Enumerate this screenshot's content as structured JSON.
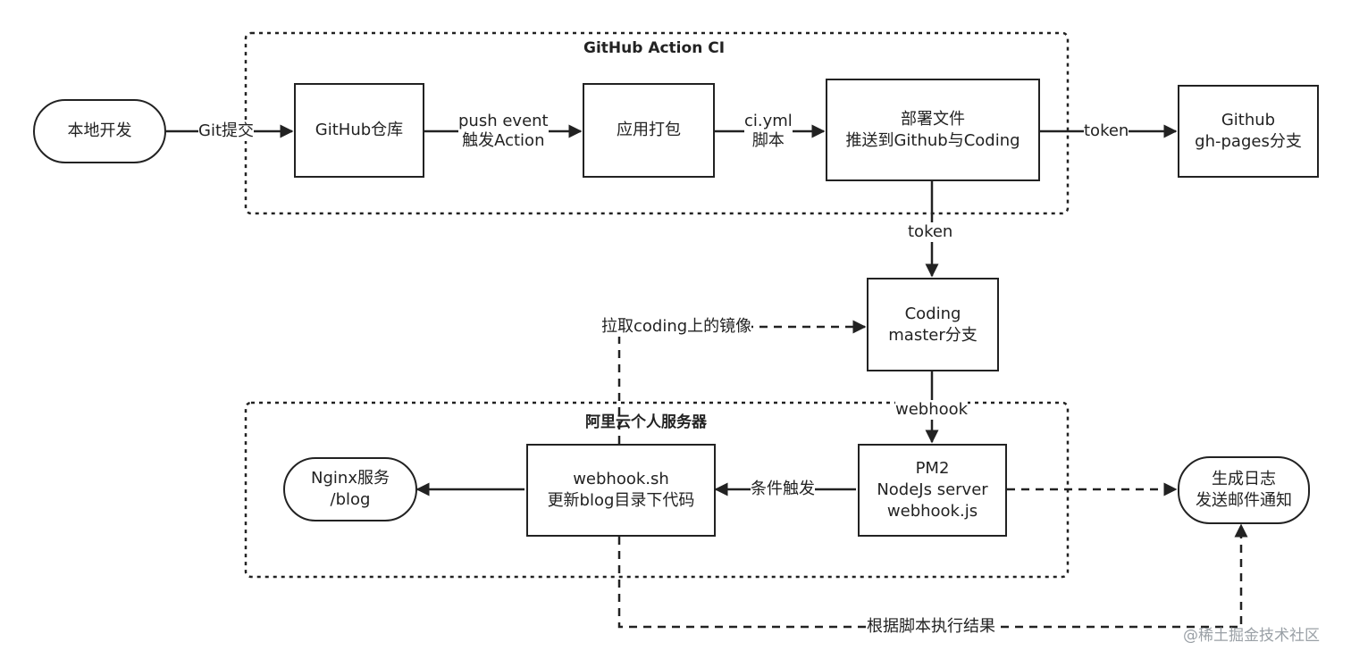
{
  "groups": {
    "ci": {
      "title": "GitHub Action CI"
    },
    "server": {
      "title": "阿里云个人服务器"
    }
  },
  "nodes": {
    "local": {
      "lines": [
        "本地开发"
      ]
    },
    "repo": {
      "lines": [
        "GitHub仓库"
      ]
    },
    "pack": {
      "lines": [
        "应用打包"
      ]
    },
    "deploy": {
      "lines": [
        "部署文件",
        "推送到Github与Coding"
      ]
    },
    "ghpages": {
      "lines": [
        "Github",
        "gh-pages分支"
      ]
    },
    "coding": {
      "lines": [
        "Coding",
        "master分支"
      ]
    },
    "pm2": {
      "lines": [
        "PM2",
        "NodeJs server",
        "webhook.js"
      ]
    },
    "script": {
      "lines": [
        "webhook.sh",
        "更新blog目录下代码"
      ]
    },
    "nginx": {
      "lines": [
        "Nginx服务",
        "/blog"
      ]
    },
    "log": {
      "lines": [
        "生成日志",
        "发送邮件通知"
      ]
    }
  },
  "edges": {
    "git_commit": {
      "lines": [
        "Git提交"
      ]
    },
    "push_event": {
      "lines": [
        "push event",
        "触发Action"
      ]
    },
    "ci_yml": {
      "lines": [
        "ci.yml",
        "脚本"
      ]
    },
    "token_right": {
      "lines": [
        "token"
      ]
    },
    "token_down": {
      "lines": [
        "token"
      ]
    },
    "pull_mirror": {
      "lines": [
        "拉取coding上的镜像"
      ]
    },
    "webhook": {
      "lines": [
        "webhook"
      ]
    },
    "condition": {
      "lines": [
        "条件触发"
      ]
    },
    "result": {
      "lines": [
        "根据脚本执行结果"
      ]
    }
  },
  "watermark": "@稀土掘金技术社区"
}
